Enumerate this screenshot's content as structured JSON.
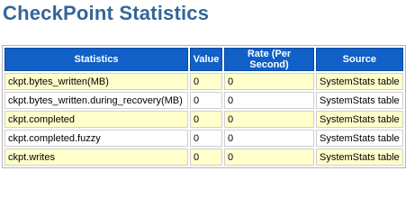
{
  "page": {
    "title": "CheckPoint Statistics"
  },
  "table": {
    "headers": [
      "Statistics",
      "Value",
      "Rate (Per Second)",
      "Source"
    ],
    "rows": [
      [
        "ckpt.bytes_written(MB)",
        "0",
        "0",
        "SystemStats table"
      ],
      [
        "ckpt.bytes_written.during_recovery(MB)",
        "0",
        "0",
        "SystemStats table"
      ],
      [
        "ckpt.completed",
        "0",
        "0",
        "SystemStats table"
      ],
      [
        "ckpt.completed.fuzzy",
        "0",
        "0",
        "SystemStats table"
      ],
      [
        "ckpt.writes",
        "0",
        "0",
        "SystemStats table"
      ]
    ]
  },
  "colors": {
    "title": "#336699",
    "header_bg": "#1060c8",
    "row_highlight": "#ffffcc"
  }
}
